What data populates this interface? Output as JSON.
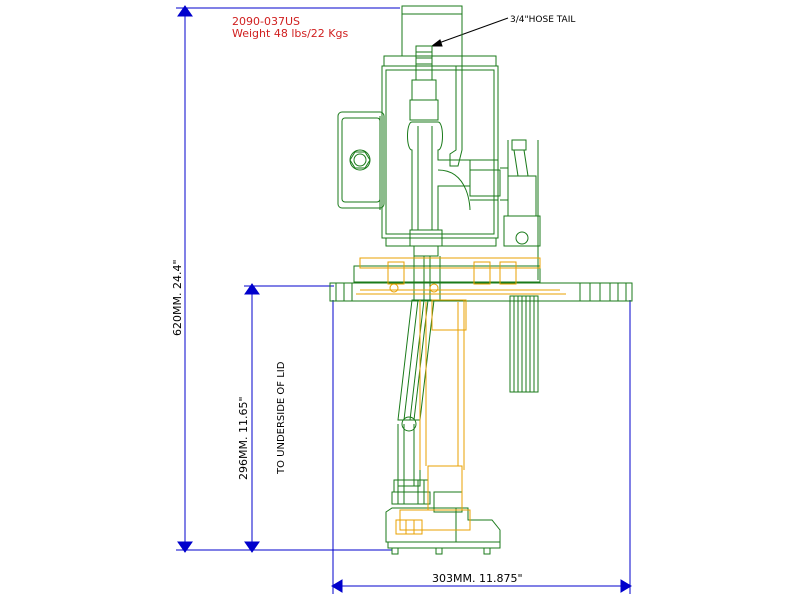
{
  "header": {
    "part_number": "2090-037US",
    "weight": "Weight 48 lbs/22 Kgs"
  },
  "callouts": {
    "hose_tail": "3/4\"HOSE TAIL"
  },
  "dimensions": {
    "overall_height": "620MM. 24.4\"",
    "lid_height": "296MM. 11.65\"",
    "lid_note": "TO UNDERSIDE OF LID",
    "width": "303MM. 11.875\""
  },
  "colors": {
    "body": "#1a7a1a",
    "hidden": "#e8a000",
    "dimension": "#0000cc",
    "text": "#d02020"
  }
}
